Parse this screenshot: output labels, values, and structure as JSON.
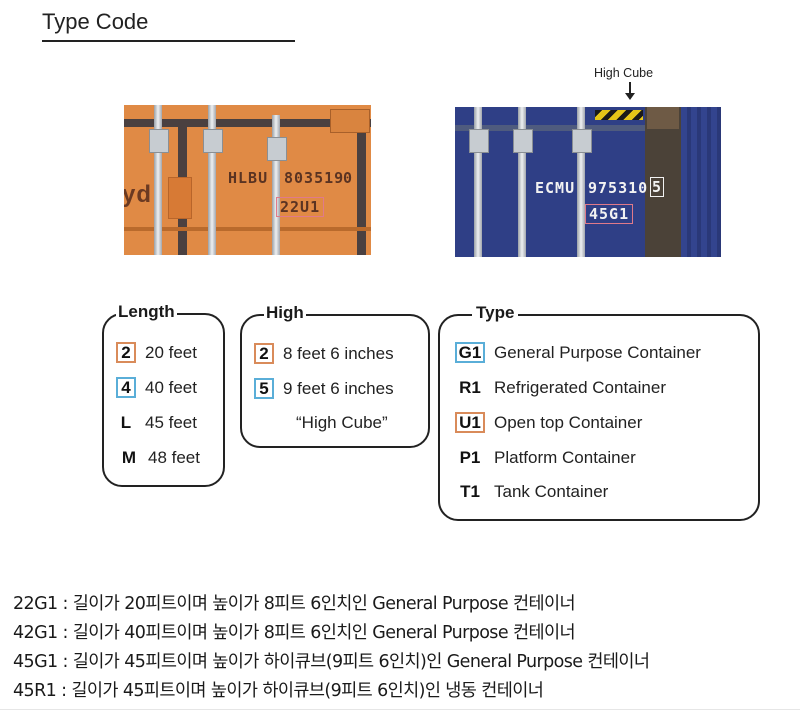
{
  "header": {
    "title": "Type Code"
  },
  "photos": {
    "orange_container": {
      "brand_fragment": "yd",
      "owner_code": "HLBU",
      "serial": "803519",
      "check_digit": "0",
      "type_code": "22U1"
    },
    "blue_container": {
      "owner_code": "ECMU",
      "serial": "975310",
      "check_digit": "5",
      "type_code": "45G1",
      "annotation": "High Cube",
      "annotation_icon": "down-arrow-icon"
    }
  },
  "legends": {
    "length": {
      "title": "Length",
      "items": [
        {
          "code": "2",
          "label": "20 feet",
          "highlight": "orange"
        },
        {
          "code": "4",
          "label": "40 feet",
          "highlight": "blue"
        },
        {
          "code": "L",
          "label": "45 feet",
          "highlight": "none"
        },
        {
          "code": "M",
          "label": "48 feet",
          "highlight": "none"
        }
      ]
    },
    "high": {
      "title": "High",
      "items": [
        {
          "code": "2",
          "label": "8 feet 6 inches",
          "highlight": "orange"
        },
        {
          "code": "5",
          "label": "9 feet 6 inches",
          "highlight": "blue"
        }
      ],
      "note": "“High Cube”"
    },
    "type": {
      "title": "Type",
      "items": [
        {
          "code": "G1",
          "label": "General Purpose Container",
          "highlight": "blue"
        },
        {
          "code": "R1",
          "label": "Refrigerated Container",
          "highlight": "none"
        },
        {
          "code": "U1",
          "label": "Open top Container",
          "highlight": "orange"
        },
        {
          "code": "P1",
          "label": "Platform Container",
          "highlight": "none"
        },
        {
          "code": "T1",
          "label": "Tank Container",
          "highlight": "none"
        }
      ]
    }
  },
  "notes": [
    "22G1 : 길이가 20피트이며 높이가 8피트 6인치인 General Purpose 컨테이너",
    "42G1 : 길이가 40피트이며 높이가 8피트 6인치인 General Purpose 컨테이너",
    "45G1 : 길이가 45피트이며 높이가 하이큐브(9피트 6인치)인 General Purpose 컨테이너",
    "45R1 : 길이가 45피트이며 높이가 하이큐브(9피트 6인치)인 냉동 컨테이너"
  ],
  "colors": {
    "orange_highlight": "#d98b5a",
    "blue_highlight": "#5aaed8",
    "photo_code_box": "#e07a8a",
    "orange_container": "#e08a45",
    "blue_container": "#2f3f86"
  }
}
